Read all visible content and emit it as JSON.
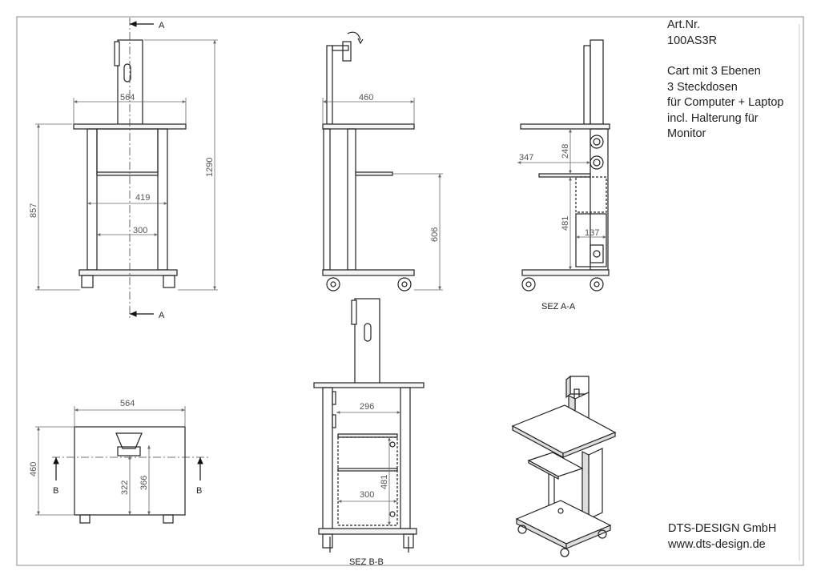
{
  "info": {
    "art_label": "Art.Nr.",
    "art_number": "100AS3R",
    "desc": [
      "Cart mit 3 Ebenen",
      "3 Steckdosen",
      "für Computer + Laptop",
      "incl. Halterung für",
      "Monitor"
    ]
  },
  "company": {
    "name": "DTS-DESIGN GmbH",
    "url": "www.dts-design.de"
  },
  "front_view": {
    "section_marker": "A",
    "dims": {
      "top_width": "564",
      "inner_width": "419",
      "shelf_width": "300",
      "height_total": "1290",
      "height_top": "857"
    }
  },
  "side_view": {
    "dims": {
      "top_depth": "460",
      "shelf_height": "606"
    }
  },
  "section_a": {
    "title": "SEZ  A-A",
    "dims": {
      "shelf_depth": "347",
      "upper_gap": "248",
      "lower_gap": "481",
      "box_width": "137"
    }
  },
  "plan_view": {
    "section_marker": "B",
    "dims": {
      "width": "564",
      "depth": "460",
      "offset_a": "322",
      "offset_b": "366"
    }
  },
  "section_b": {
    "title": "SEZ  B-B",
    "dims": {
      "top_inner": "296",
      "shelf_width": "300",
      "lower_gap": "481"
    }
  }
}
